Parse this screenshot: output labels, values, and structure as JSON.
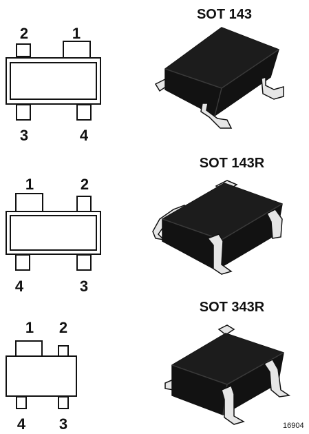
{
  "packages": [
    {
      "title": "SOT 143",
      "top_pins": [
        "2",
        "1"
      ],
      "bottom_pins": [
        "3",
        "4"
      ]
    },
    {
      "title": "SOT 143R",
      "top_pins": [
        "1",
        "2"
      ],
      "bottom_pins": [
        "4",
        "3"
      ]
    },
    {
      "title": "SOT 343R",
      "top_pins": [
        "1",
        "2"
      ],
      "bottom_pins": [
        "4",
        "3"
      ]
    }
  ],
  "figure_code": "16904",
  "colors": {
    "body": "#121212",
    "body_edge": "#3a3a3a",
    "lead_fill": "#e6e6e6",
    "outline": "#111111"
  }
}
